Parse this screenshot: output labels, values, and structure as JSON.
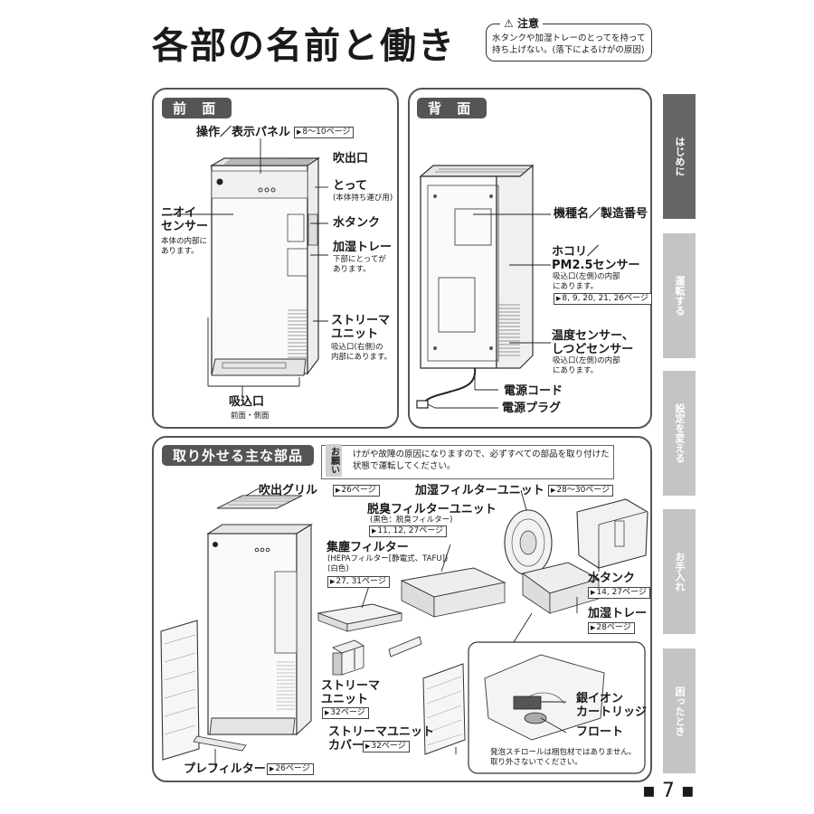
{
  "page": {
    "title": "各部の名前と働き",
    "caution_title": "注意",
    "caution_text": "水タンクや加湿トレーのとってを持って持ち上げない。(落下によるけがの原因)",
    "page_number": "7"
  },
  "tabs": [
    "はじめに",
    "運転する",
    "設定を変える",
    "お手入れ",
    "困ったとき"
  ],
  "front": {
    "header": "前 面",
    "panel_label": "操作／表示パネル",
    "panel_ref": "8～10ページ",
    "outlet": "吹出口",
    "handle": "とって",
    "handle_note": "(本体持ち運び用)",
    "odor_sensor": "ニオイ\nセンサー",
    "odor_note": "本体の内部に\nあります。",
    "water_tank": "水タンク",
    "humid_tray": "加湿トレー",
    "humid_tray_note": "下部にとってが\nあります。",
    "streamer_unit": "ストリーマ\nユニット",
    "streamer_note": "吸込口(右側)の\n内部にあります。",
    "intake": "吸込口",
    "intake_note": "前面・側面"
  },
  "back": {
    "header": "背 面",
    "model_label": "機種名／製造番号",
    "dust_sensor": "ホコリ／\nPM2.5センサー",
    "dust_note": "吸込口(左側)の内部\nにあります。",
    "dust_ref": "8, 9, 20, 21, 26ページ",
    "temp_sensor": "温度センサー、\nしつどセンサー",
    "temp_note": "吸込口(左側)の内部\nにあります。",
    "power_cord": "電源コード",
    "power_plug": "電源プラグ"
  },
  "parts": {
    "header": "取り外せる主な部品",
    "notice_tag": "お願い",
    "notice_text": "けがや故障の原因になりますので、必ずすべての部品を取り付けた状態で運転してください。",
    "grille": "吹出グリル",
    "grille_ref": "26ページ",
    "humid_filter_unit": "加湿フィルターユニット",
    "humid_filter_ref": "28～30ページ",
    "deodor_unit": "脱臭フィルターユニット",
    "deodor_note": "(黒色：脱臭フィルター)",
    "deodor_ref": "11, 12, 27ページ",
    "dust_filter": "集塵フィルター",
    "dust_filter_note": "(HEPAフィルター[静電式、TAFU])\n(白色)",
    "dust_filter_ref": "27, 31ページ",
    "water_tank": "水タンク",
    "water_tank_ref": "14, 27ページ",
    "humid_tray": "加湿トレー",
    "humid_tray_ref": "28ページ",
    "streamer_unit": "ストリーマ\nユニット",
    "streamer_ref": "32ページ",
    "silver_cartridge": "銀イオン\nカートリッジ",
    "float": "フロート",
    "streamer_cover": "ストリーマユニット\nカバー",
    "streamer_cover_ref": "32ページ",
    "prefilter": "プレフィルター",
    "prefilter_ref": "26ページ",
    "foam_note": "発泡スチロールは梱包材ではありません。\n取り外さないでください。"
  },
  "colors": {
    "tab_active": "#666666",
    "tab_inactive": "#c4c4c4",
    "header_bg": "#555555",
    "frame": "#555555"
  }
}
